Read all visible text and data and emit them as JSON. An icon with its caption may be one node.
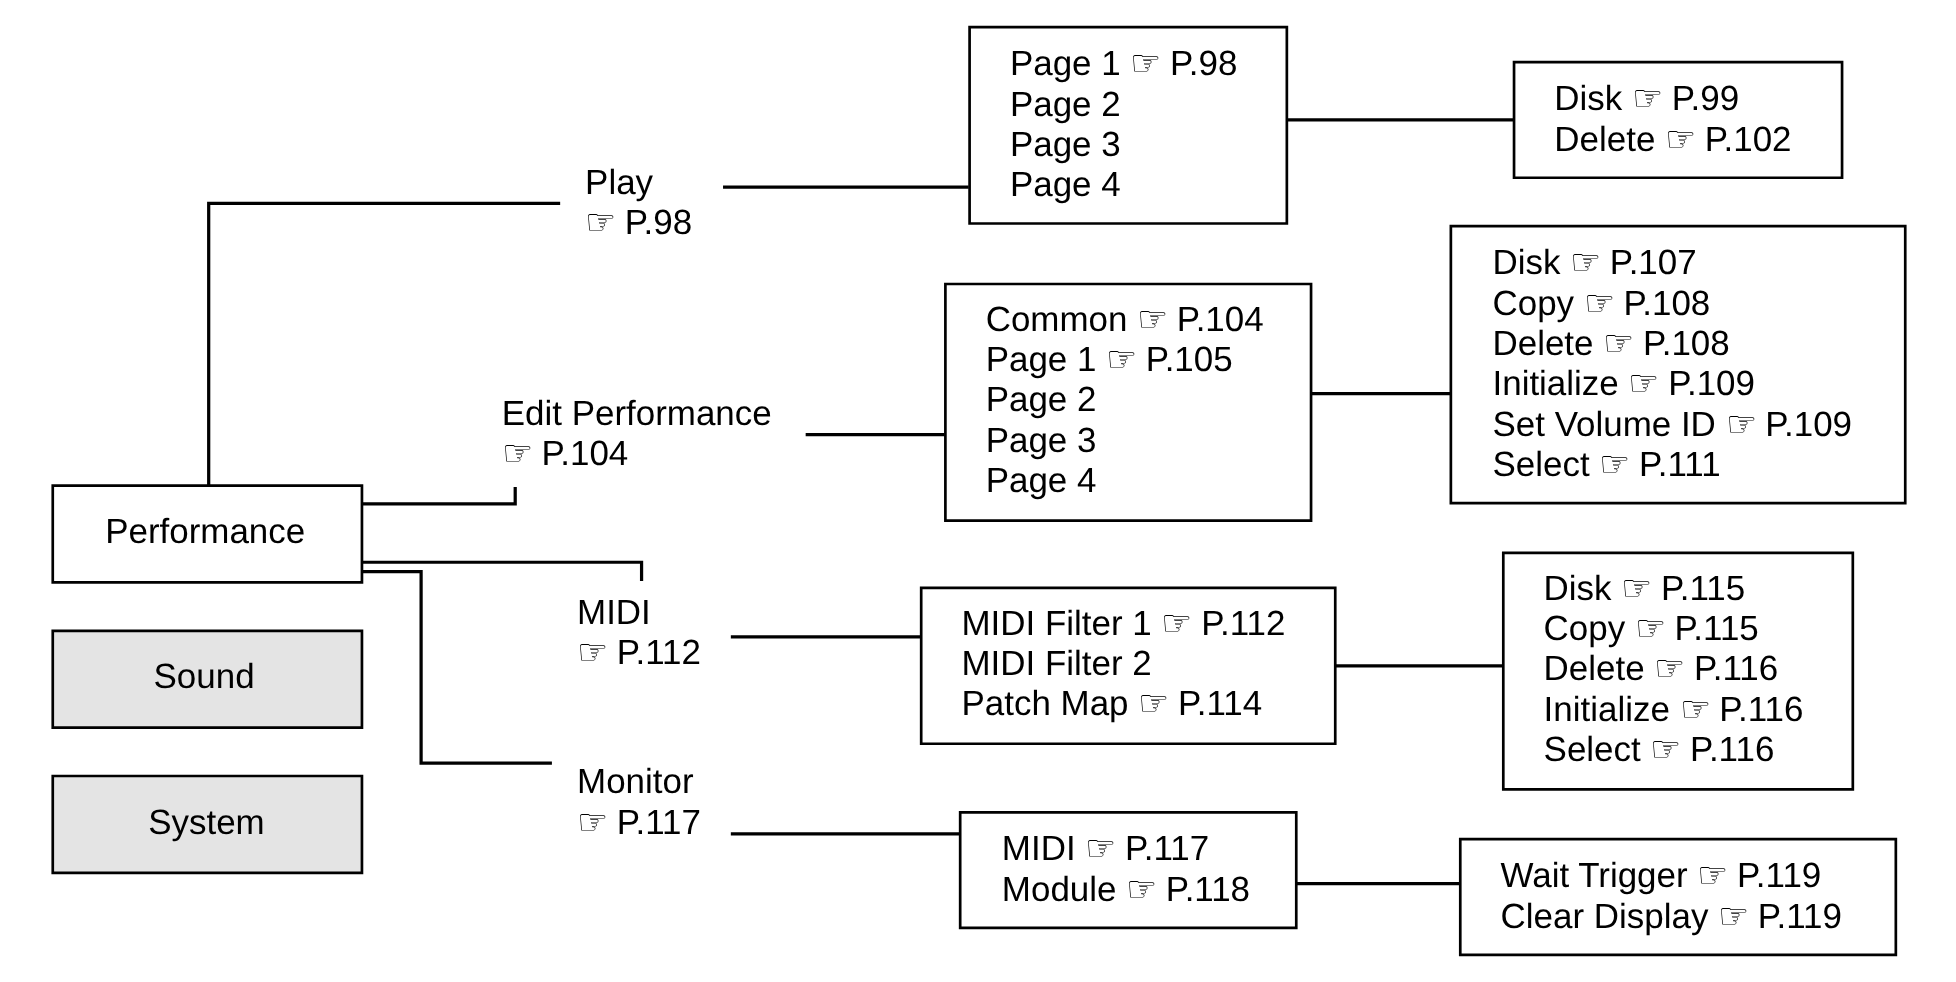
{
  "diagram": {
    "nodes": [
      {
        "text": [
          "Performance"
        ]
      },
      {
        "text": [
          "Sound"
        ]
      },
      {
        "text": [
          "System"
        ]
      },
      {
        "text": [
          "Play",
          "☞ P.98"
        ]
      },
      {
        "text": [
          "Edit Performance",
          "☞ P.104"
        ]
      },
      {
        "text": [
          "MIDI",
          "☞ P.112"
        ]
      },
      {
        "text": [
          "Monitor",
          "☞ P.117"
        ]
      },
      {
        "text": [
          "Page 1 ☞ P.98",
          "Page 2",
          "Page 3",
          "Page 4"
        ]
      },
      {
        "text": [
          "Disk ☞ P.99",
          "Delete ☞ P.102"
        ]
      },
      {
        "text": [
          "Common ☞ P.104",
          "Page 1 ☞ P.105",
          "Page 2",
          "Page 3",
          "Page 4"
        ]
      },
      {
        "text": [
          "Disk ☞ P.107",
          "Copy ☞ P.108",
          "Delete ☞ P.108",
          "Initialize ☞ P.109",
          "Set Volume ID ☞ P.109",
          "Select ☞ P.111"
        ]
      },
      {
        "text": [
          "MIDI Filter 1 ☞ P.112",
          "MIDI Filter 2",
          "Patch Map ☞ P.114"
        ]
      },
      {
        "text": [
          "Disk ☞ P.115",
          "Copy ☞ P.115",
          "Delete ☞ P.116",
          "Initialize ☞ P.116",
          "Select ☞ P.116"
        ]
      },
      {
        "text": [
          "MIDI ☞ P.117",
          "Module ☞ P.118"
        ]
      },
      {
        "text": [
          "Wait Trigger ☞ P.119",
          "Clear Display ☞ P.119"
        ]
      }
    ],
    "edges": [
      {
        "from": 0,
        "to": 3,
        "arrow": "none"
      },
      {
        "from": 0,
        "to": 4,
        "arrow": "none"
      },
      {
        "from": 0,
        "to": 5,
        "arrow": "none"
      },
      {
        "from": 0,
        "to": 6,
        "arrow": "none"
      },
      {
        "from": 3,
        "to": 7,
        "arrow": "none"
      },
      {
        "from": 7,
        "to": 8,
        "arrow": "none"
      },
      {
        "from": 4,
        "to": 9,
        "arrow": "none"
      },
      {
        "from": 9,
        "to": 10,
        "arrow": "none"
      },
      {
        "from": 5,
        "to": 11,
        "arrow": "none"
      },
      {
        "from": 11,
        "to": 12,
        "arrow": "none"
      },
      {
        "from": 6,
        "to": 13,
        "arrow": "none"
      },
      {
        "from": 13,
        "to": 14,
        "arrow": "none"
      }
    ]
  }
}
